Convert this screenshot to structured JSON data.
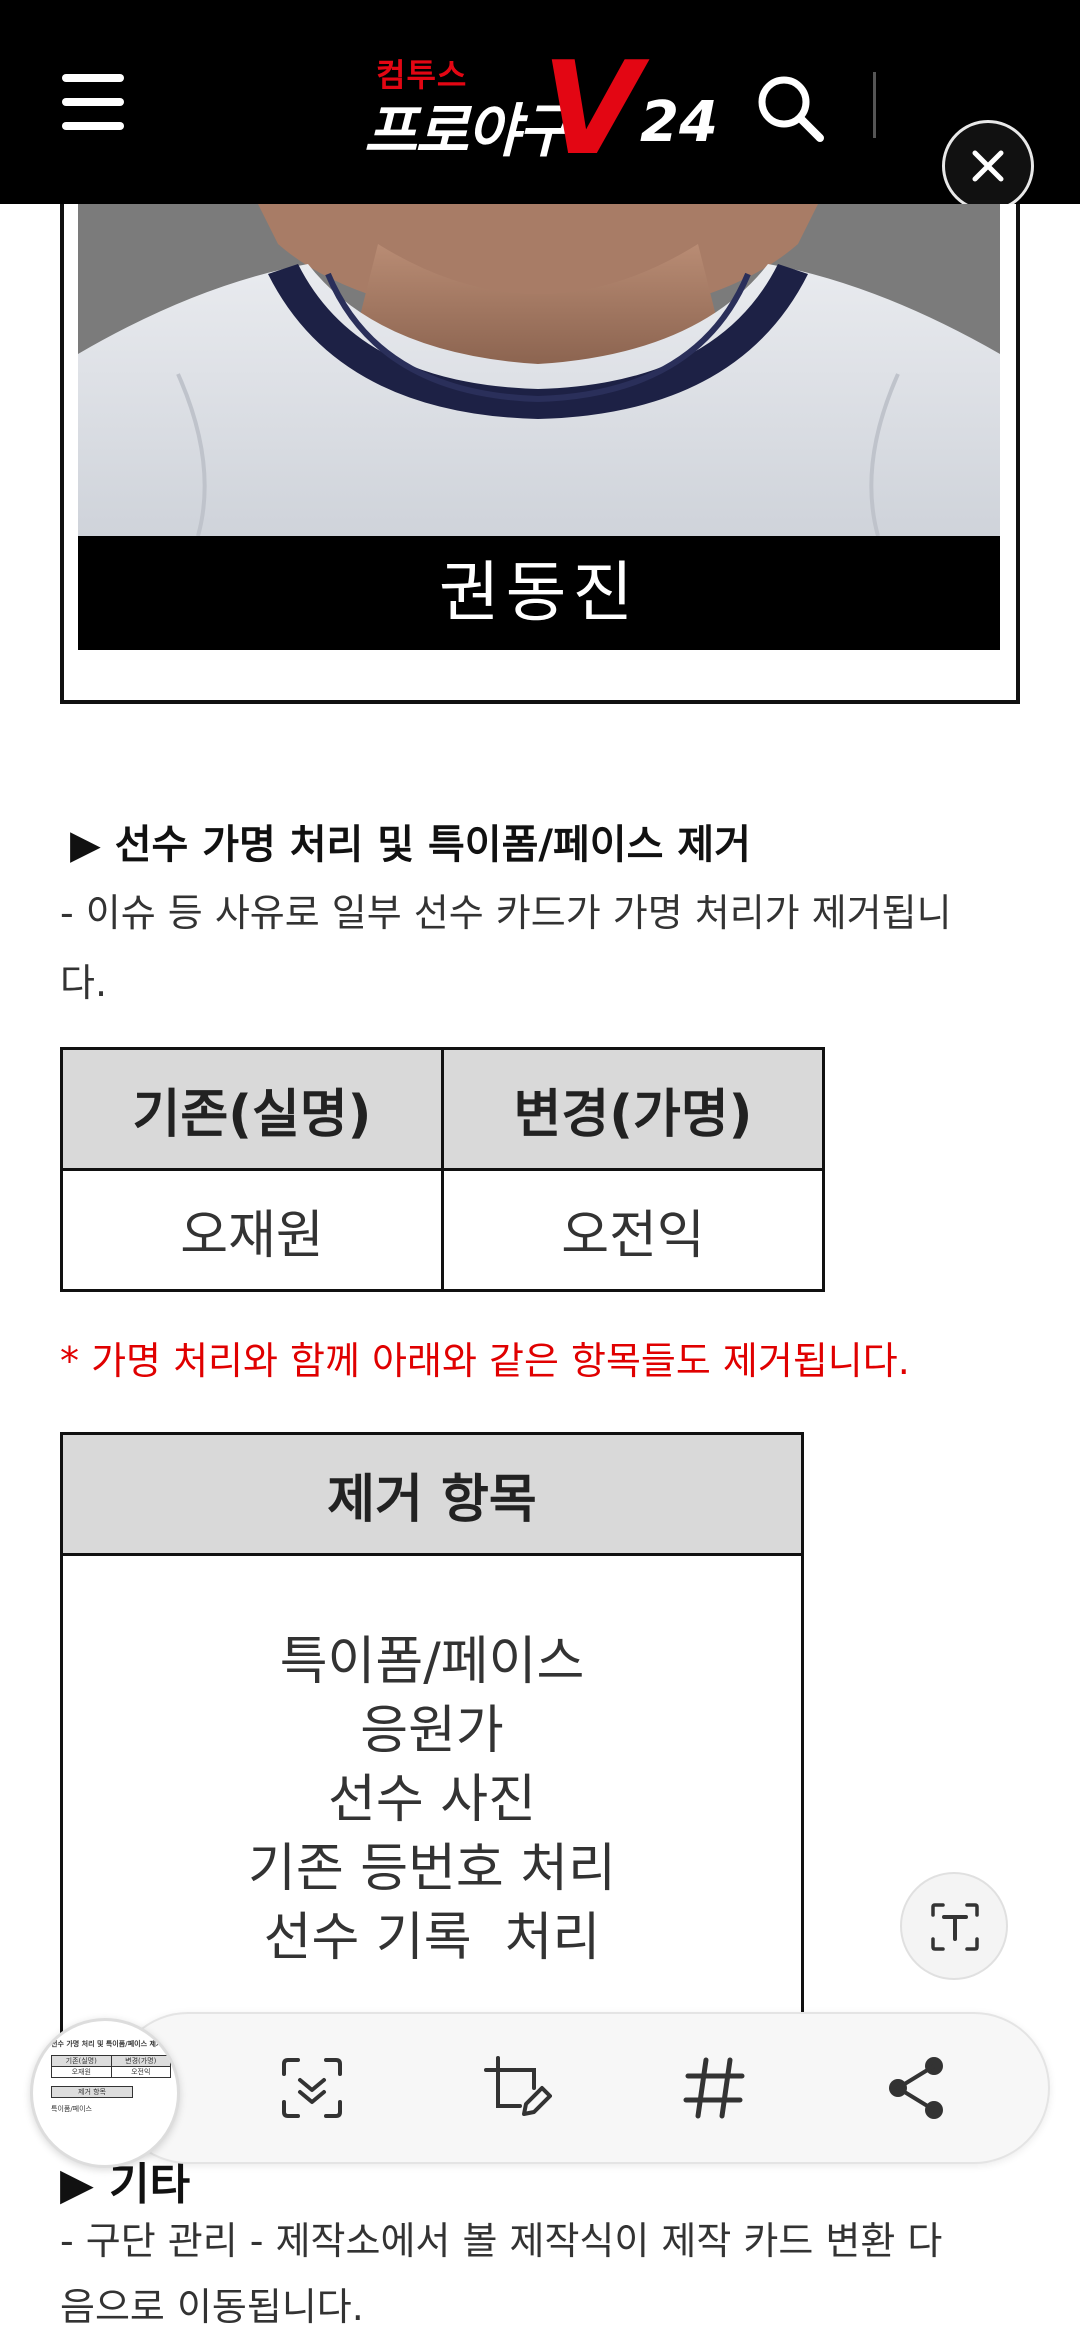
{
  "header": {
    "logo_sub": "컴투스",
    "logo_main": "프로야구",
    "logo_v": "V",
    "logo_num": "24"
  },
  "player_card": {
    "name": "권동진"
  },
  "section1": {
    "title": "▶ 선수 가명 처리 및 특이폼/페이스 제거",
    "desc_line1": "- 이슈 등 사유로 일부 선수 카드가 가명 처리가 제거됩니",
    "desc_line2": "다."
  },
  "name_table": {
    "headers": [
      "기존(실명)",
      "변경(가명)"
    ],
    "rows": [
      [
        "오재원",
        "오전익"
      ]
    ]
  },
  "note": "* 가명 처리와 함께 아래와 같은 항목들도 제거됩니다.",
  "removal_table": {
    "header": "제거 항목",
    "items": [
      "특이폼/페이스",
      "응원가",
      "선수 사진",
      "기존 등번호 처리",
      "선수 기록  처리"
    ]
  },
  "section2": {
    "title": "▶ 기타",
    "desc_line1": "- 구단 관리 - 제작소에서 볼 제작식이 제작 카드 변환 다",
    "desc_line2": "음으로 이동됩니다."
  },
  "thumbnail": {
    "title": "선수 가명 처리 및 특이폼/페이스 제거",
    "col1": "기존(실명)",
    "col2": "변경(가명)",
    "v1": "오재원",
    "v2": "오전익",
    "label": "제거 항목",
    "item": "특이폼/페이스"
  },
  "icons": {
    "menu": "hamburger-icon",
    "search": "search-icon",
    "close": "close-icon",
    "text_extract": "text-extract-icon",
    "scan": "scan-icon",
    "edit_crop": "edit-crop-icon",
    "hashtag": "hashtag-icon",
    "share": "share-icon"
  },
  "colors": {
    "header_bg": "#000000",
    "brand_red": "#e30613",
    "note_red": "#e00000",
    "table_header_bg": "#d9d9d9"
  }
}
